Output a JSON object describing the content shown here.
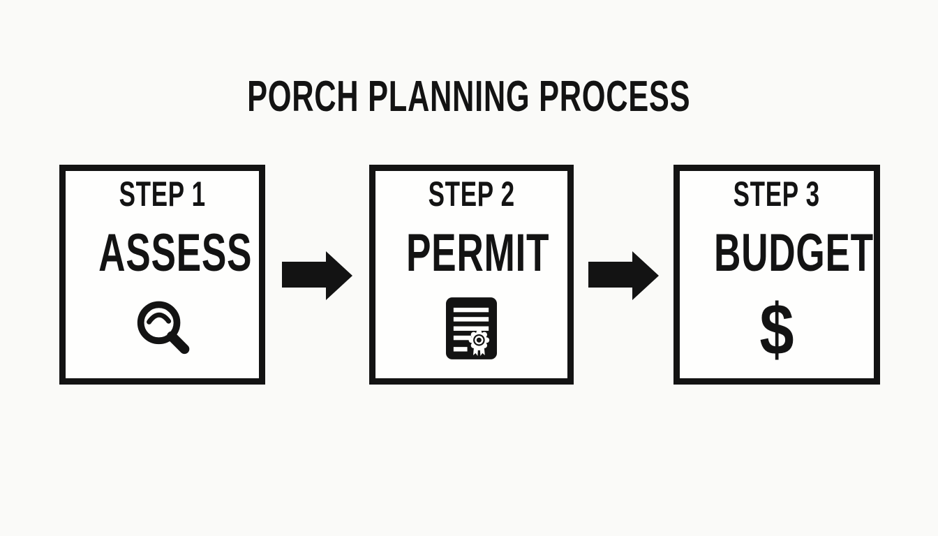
{
  "title": "PORCH PLANNING PROCESS",
  "steps": [
    {
      "step_label": "STEP 1",
      "name": "ASSESS",
      "icon": "magnifying-glass-icon"
    },
    {
      "step_label": "STEP 2",
      "name": "PERMIT",
      "icon": "certificate-icon"
    },
    {
      "step_label": "STEP 3",
      "name": "BUDGET",
      "icon": "dollar-sign-icon",
      "icon_glyph": "$"
    }
  ],
  "arrows": [
    {
      "direction": "right"
    },
    {
      "direction": "right"
    }
  ],
  "colors": {
    "background": "#fafaf8",
    "box_fill": "#fefefd",
    "ink": "#131313"
  }
}
